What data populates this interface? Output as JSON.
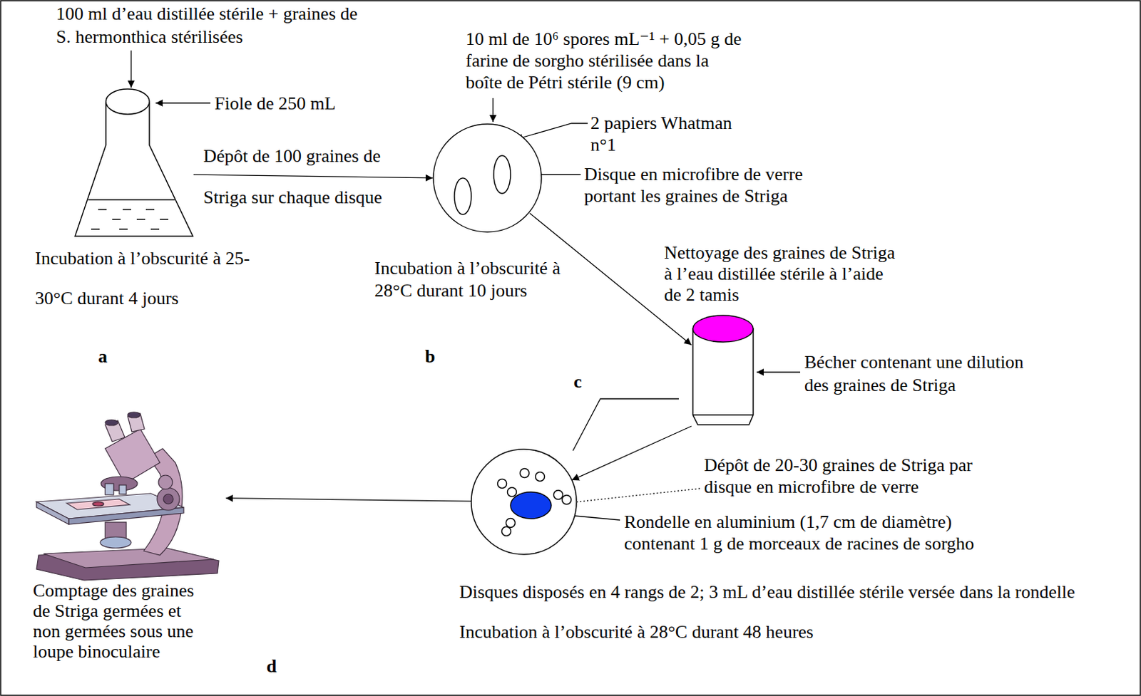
{
  "diagram": {
    "nodes": [
      {
        "text": [
          "Incubation à l’obscurité à 25-30°C durant 4 jours"
        ]
      },
      {
        "text": [
          "Incubation à l’obscurité à 28°C durant 10 jours"
        ]
      },
      {
        "text": [
          "Bécher contenant une dilution des graines de Striga"
        ]
      },
      {
        "text": [
          "Disques disposés en 4 rangs de 2; 3 mL d’eau distillée stérile versée dans la rondelle",
          "Incubation à l’obscurité à 28°C durant 48 heures"
        ]
      },
      {
        "text": [
          "Comptage des graines de Striga germées et non germées sous une loupe binoculaire"
        ]
      }
    ],
    "edges": [
      {
        "from": 0,
        "to": 1,
        "label": "Dépôt de 100 graines de Striga sur chaque disque",
        "arrow": "to"
      },
      {
        "from": 1,
        "to": 2,
        "label": "Nettoyage des graines de Striga à l’eau distillée stérile à l’aide de 2 tamis",
        "arrow": "to"
      },
      {
        "from": 2,
        "to": 3,
        "arrow": "to"
      },
      {
        "from": 3,
        "to": 4,
        "arrow": "to"
      }
    ],
    "labels": [
      "100 ml d’eau distillée stérile + graines de S. hermonthica stérilisées",
      "Fiole de 250 mL",
      "a",
      "10 ml de 10⁶ spores mL⁻¹ + 0,05 g de farine de sorgho stérilisée dans la boîte de Pétri stérile (9 cm)",
      "2 papiers Whatman n°1",
      "Disque en microfibre de verre portant les graines de Striga",
      "b",
      "c",
      "Dépôt de 20-30 graines de Striga par disque en microfibre de verre",
      "Rondelle en aluminium (1,7 cm de diamètre) contenant 1 g de morceaux de racines de sorgho",
      "d"
    ]
  }
}
